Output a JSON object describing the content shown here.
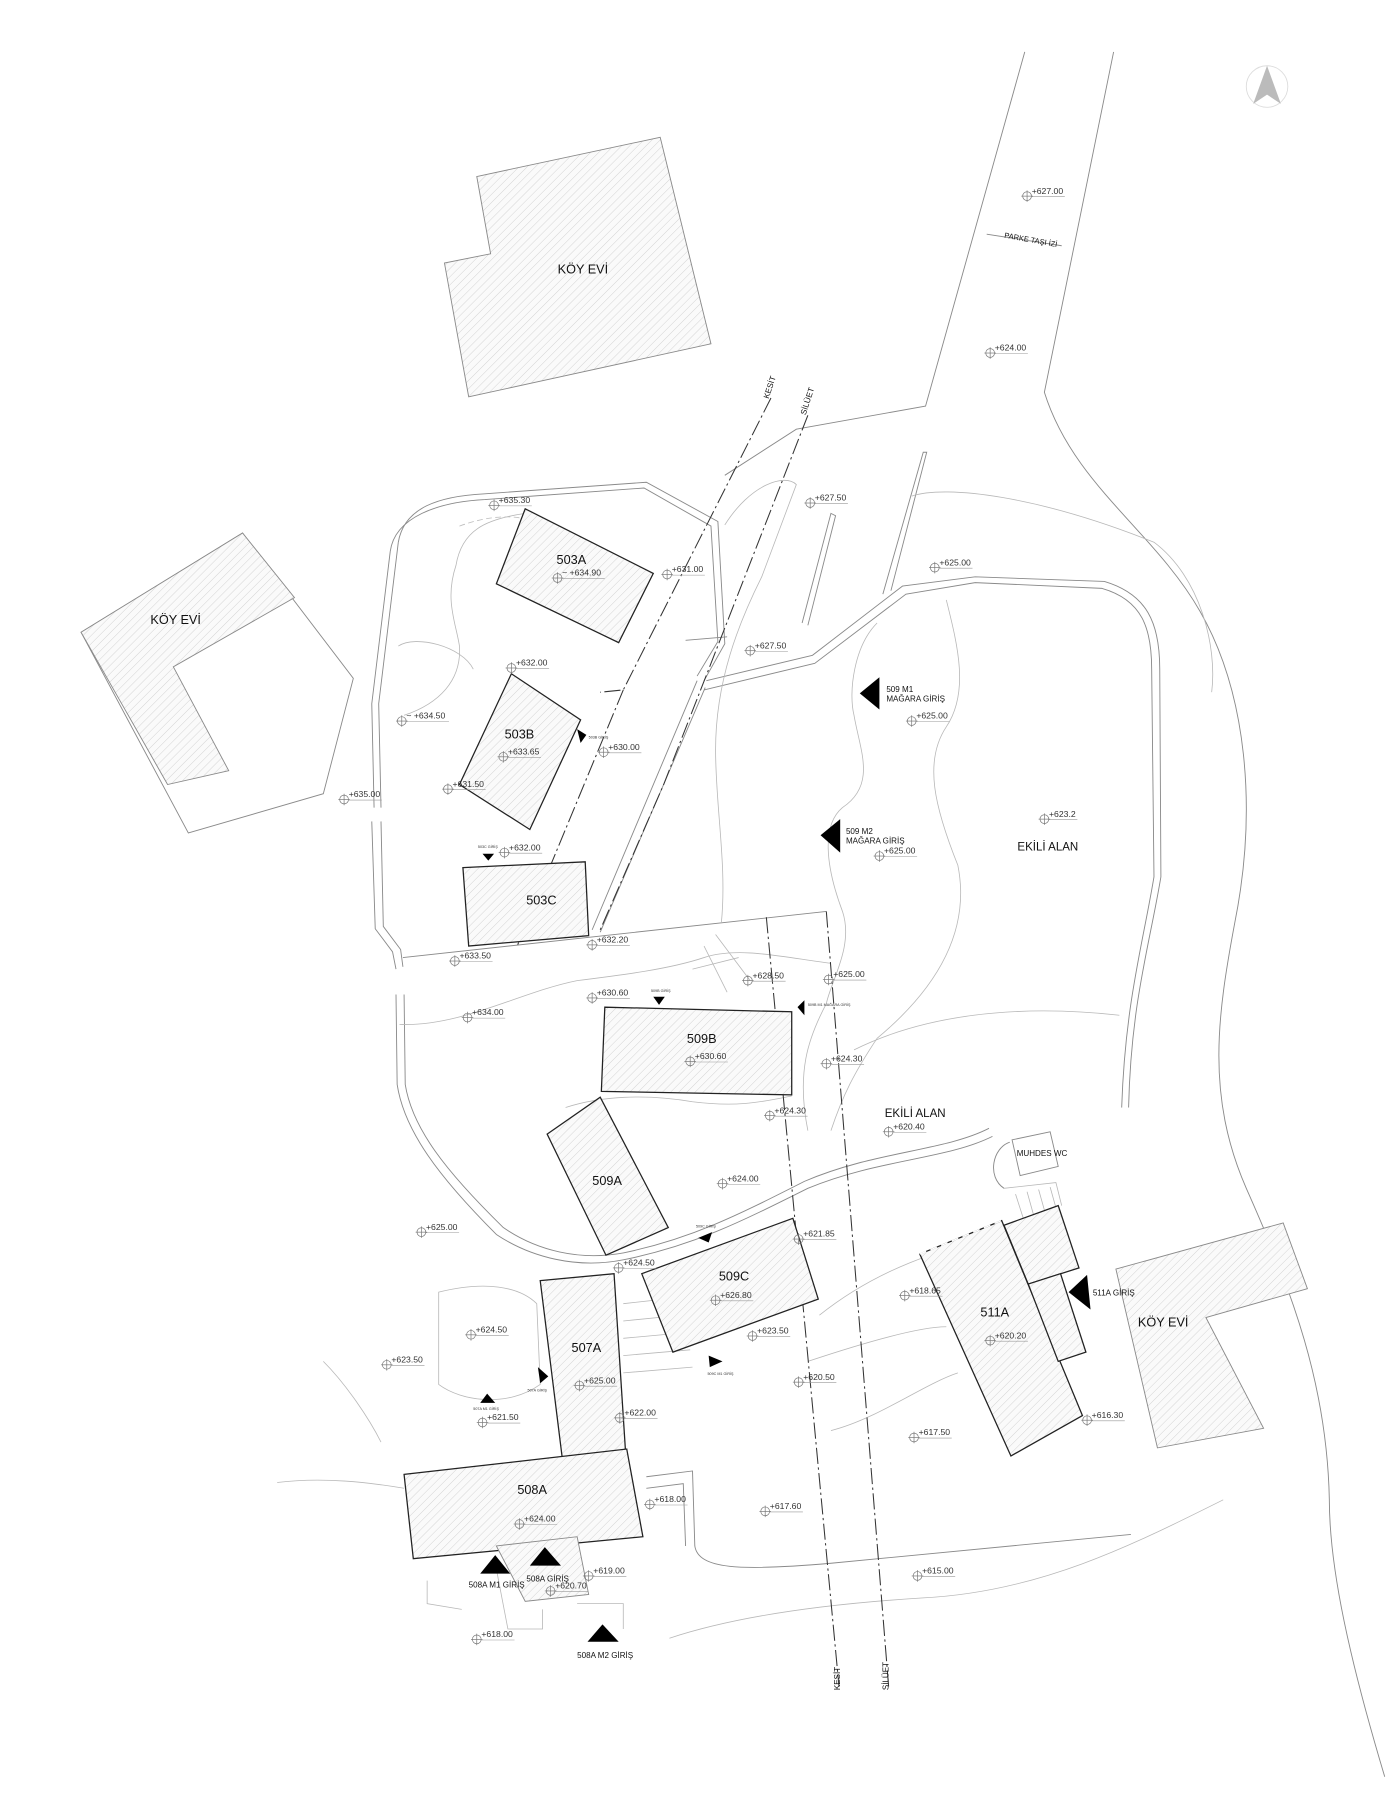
{
  "buildings": {
    "koy_evi_top": "KÖY EVİ",
    "koy_evi_left": "KÖY EVİ",
    "koy_evi_right": "KÖY EVİ",
    "b503a": "503A",
    "b503b": "503B",
    "b503c": "503C",
    "b509a": "509A",
    "b509b": "509B",
    "b509c": "509C",
    "b507a": "507A",
    "b508a": "508A",
    "b511a": "511A",
    "wc": "MUHDES WC"
  },
  "areas": {
    "ekili_1": "EKİLİ ALAN",
    "ekili_2": "EKİLİ ALAN",
    "parke": "PARKE TAŞI İZİ"
  },
  "sections": {
    "kesit_top": "KESİT",
    "siluet_top": "SİLÜET",
    "kesit_bottom": "KESİT",
    "siluet_bottom": "SİLÜET"
  },
  "entries": {
    "e503b": "503B GİRİŞ",
    "e503c": "503C GİRİŞ",
    "e509b": "509B GİRİŞ",
    "e509b_m1": "509B M1 MAĞARA GİRİŞ",
    "e509c": "509C GİRİŞ",
    "e509c_m1": "509C M1 GİRİŞ",
    "e507a": "507A GİRİŞ",
    "e507a_m1": "507A M1 GİRİŞ",
    "e509_m1_l1": "509 M1",
    "e509_m1_l2": "MAĞARA GİRİŞ",
    "e509_m2_l1": "509 M2",
    "e509_m2_l2": "MAĞARA GİRİŞ",
    "e511a": "511A GİRİŞ",
    "e508a_m1": "508A M1 GİRİŞ",
    "e508a": "508A GİRİŞ",
    "e508a_m2": "508A M2 GİRİŞ"
  },
  "elevations": [
    "+627.00",
    "+624.00",
    "+635.30",
    "~ +634.90",
    "+631.00",
    "+627.50",
    "+625.00",
    "+627.50",
    "+632.00",
    "~ +634.50",
    "+625.00",
    "+633.65",
    "+630.00",
    "+631.50",
    "+635.00",
    "+623.2",
    "+625.00",
    "+632.00",
    "+632.20",
    "+633.50",
    "+628.50",
    "+625.00",
    "+630.60",
    "+634.00",
    "+630.60",
    "+624.30",
    "+624.30",
    "+620.40",
    "+624.00",
    "+625.00",
    "+621.85",
    "+624.50",
    "+618.65",
    "+626.80",
    "+624.50",
    "+623.50",
    "+620.20",
    "+623.50",
    "+625.00",
    "+620.50",
    "+621.50",
    "+622.00",
    "+616.30",
    "+617.50",
    "+618.00",
    "+617.60",
    "+624.00",
    "+619.00",
    "+620.70",
    "+615.00",
    "+618.00"
  ]
}
